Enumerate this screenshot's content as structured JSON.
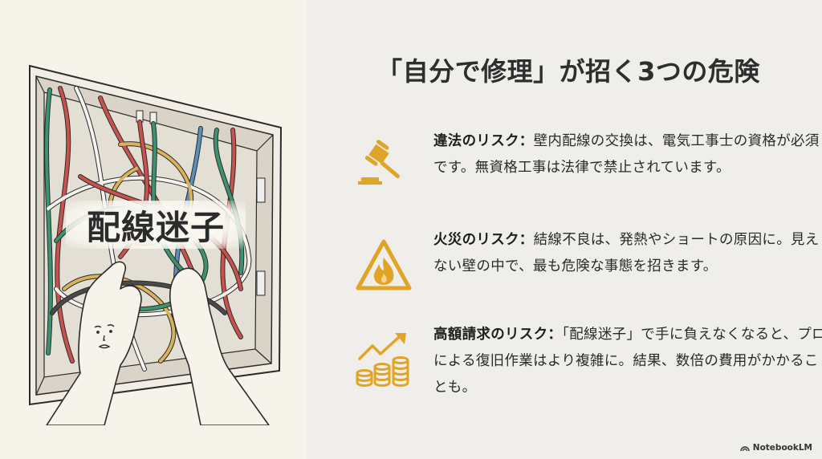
{
  "slide": {
    "title": "「自分で修理」が招く3つの危険",
    "illustration": {
      "label": "配線迷子",
      "description": "Tangled multicolored wires in an open wall junction box with two hands reaching in and a worried face drawn on one hand"
    },
    "risks": [
      {
        "icon": "gavel-icon",
        "heading": "違法のリスク：",
        "body": "壁内配線の交換は、電気工事士の資格が必須です。無資格工事は法律で禁止されています。"
      },
      {
        "icon": "fire-warning-icon",
        "heading": "火災のリスク：",
        "body": "結線不良は、発熱やショートの原因に。見えない壁の中で、最も危険な事態を招きます。"
      },
      {
        "icon": "rising-cost-coins-icon",
        "heading": "高額請求のリスク：",
        "body": "「配線迷子」で手に負えなくなると、プロによる復旧作業はより複雑に。結果、数倍の費用がかかることも。"
      }
    ],
    "brand": "NotebookLM",
    "colors": {
      "accent": "#e0a526",
      "left_bg": "#f6f3ea",
      "right_bg": "#efeeea",
      "text": "#2a2a2a"
    }
  }
}
